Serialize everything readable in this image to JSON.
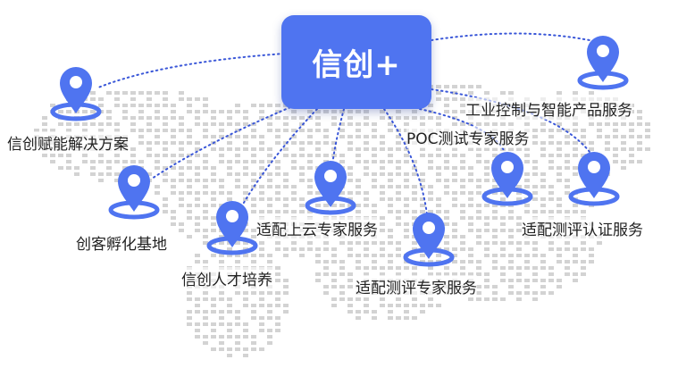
{
  "hub": {
    "title": "信创+"
  },
  "colors": {
    "accent": "#4f74f0",
    "map_dots": "#d3d3d3",
    "line": "#3a57d8"
  },
  "nodes": [
    {
      "label": "信创赋能解决方案",
      "icon": "location-pin-icon"
    },
    {
      "label": "创客孵化基地",
      "icon": "location-pin-icon"
    },
    {
      "label": "信创人才培养",
      "icon": "location-pin-icon"
    },
    {
      "label": "适配上云专家服务",
      "icon": "location-pin-icon"
    },
    {
      "label": "适配测评专家服务",
      "icon": "location-pin-icon"
    },
    {
      "label": "POC测试专家服务",
      "icon": "location-pin-icon"
    },
    {
      "label": "适配测评认证服务",
      "icon": "location-pin-icon"
    },
    {
      "label": "工业控制与智能产品服务",
      "icon": "location-pin-icon"
    }
  ]
}
